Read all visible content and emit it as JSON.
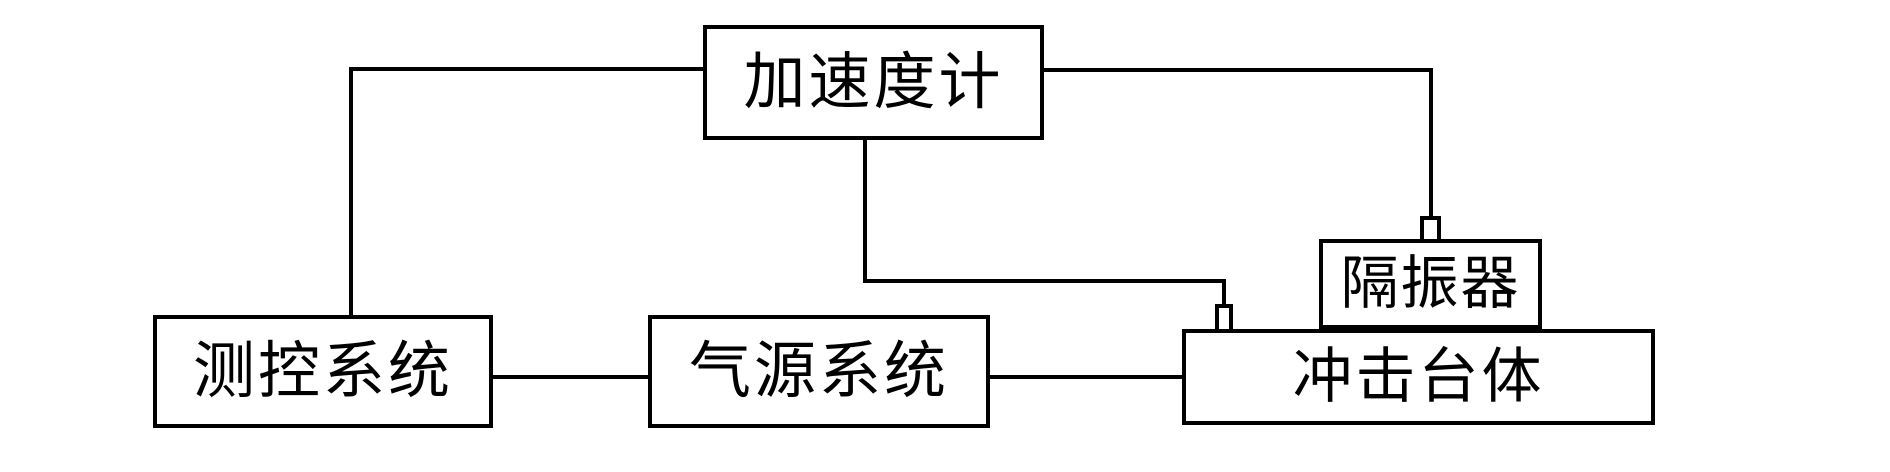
{
  "diagram": {
    "background_color": "#ffffff",
    "line_color": "#000000",
    "box_fill_color": "#ffffff",
    "nodes": {
      "accelerometer": {
        "label": "加速度计"
      },
      "control_system": {
        "label": "测控系统"
      },
      "air_supply": {
        "label": "气源系统"
      },
      "isolator": {
        "label": "隔振器"
      },
      "impact_table": {
        "label": "冲击台体"
      }
    },
    "connections": [
      {
        "from": "测控系统",
        "to": "加速度计"
      },
      {
        "from": "加速度计",
        "to": "隔振器"
      },
      {
        "from": "加速度计",
        "to": "冲击台体"
      },
      {
        "from": "测控系统",
        "to": "气源系统"
      },
      {
        "from": "气源系统",
        "to": "冲击台体"
      },
      {
        "from": "隔振器",
        "to": "冲击台体"
      }
    ]
  }
}
